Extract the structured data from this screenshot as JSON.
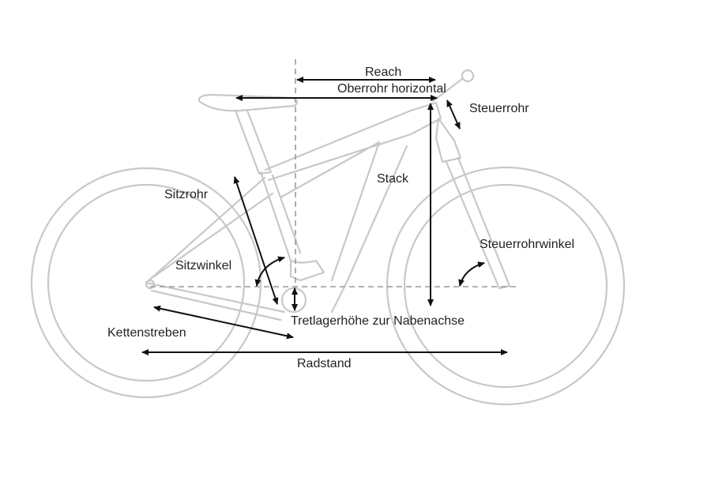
{
  "labels": {
    "reach": "Reach",
    "top_tube": "Oberrohr horizontal",
    "head_tube": "Steuerrohr",
    "stack": "Stack",
    "seat_tube": "Sitzrohr",
    "seat_angle": "Sitzwinkel",
    "head_angle": "Steuerrohrwinkel",
    "bb_height": "Tretlagerhöhe zur Nabenachse",
    "chainstays": "Kettenstreben",
    "wheelbase": "Radstand"
  }
}
